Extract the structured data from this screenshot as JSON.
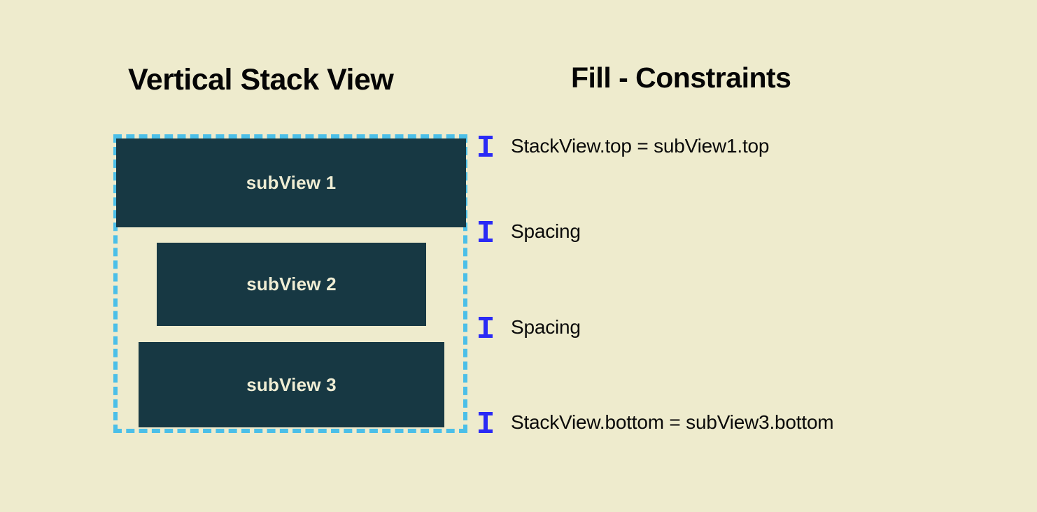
{
  "headings": {
    "left": "Vertical Stack View",
    "right": "Fill - Constraints"
  },
  "stack_view": {
    "name": "StackView",
    "distribution": "Fill",
    "axis": "vertical",
    "border_color": "#4BBFE8",
    "subviews": [
      {
        "label": "subView 1"
      },
      {
        "label": "subView 2"
      },
      {
        "label": "subView 3"
      }
    ]
  },
  "constraints": [
    {
      "icon": "i-beam-icon",
      "text": "StackView.top = subView1.top"
    },
    {
      "icon": "i-beam-icon",
      "text": "Spacing"
    },
    {
      "icon": "i-beam-icon",
      "text": "Spacing"
    },
    {
      "icon": "i-beam-icon",
      "text": "StackView.bottom = subView3.bottom"
    }
  ],
  "colors": {
    "background": "#EEEBCD",
    "subview_fill": "#173843",
    "subview_text": "#EFEDD4",
    "dashed_border": "#4BBFE8",
    "constraint_marker": "#2A2AF5",
    "heading_text": "#050505"
  }
}
